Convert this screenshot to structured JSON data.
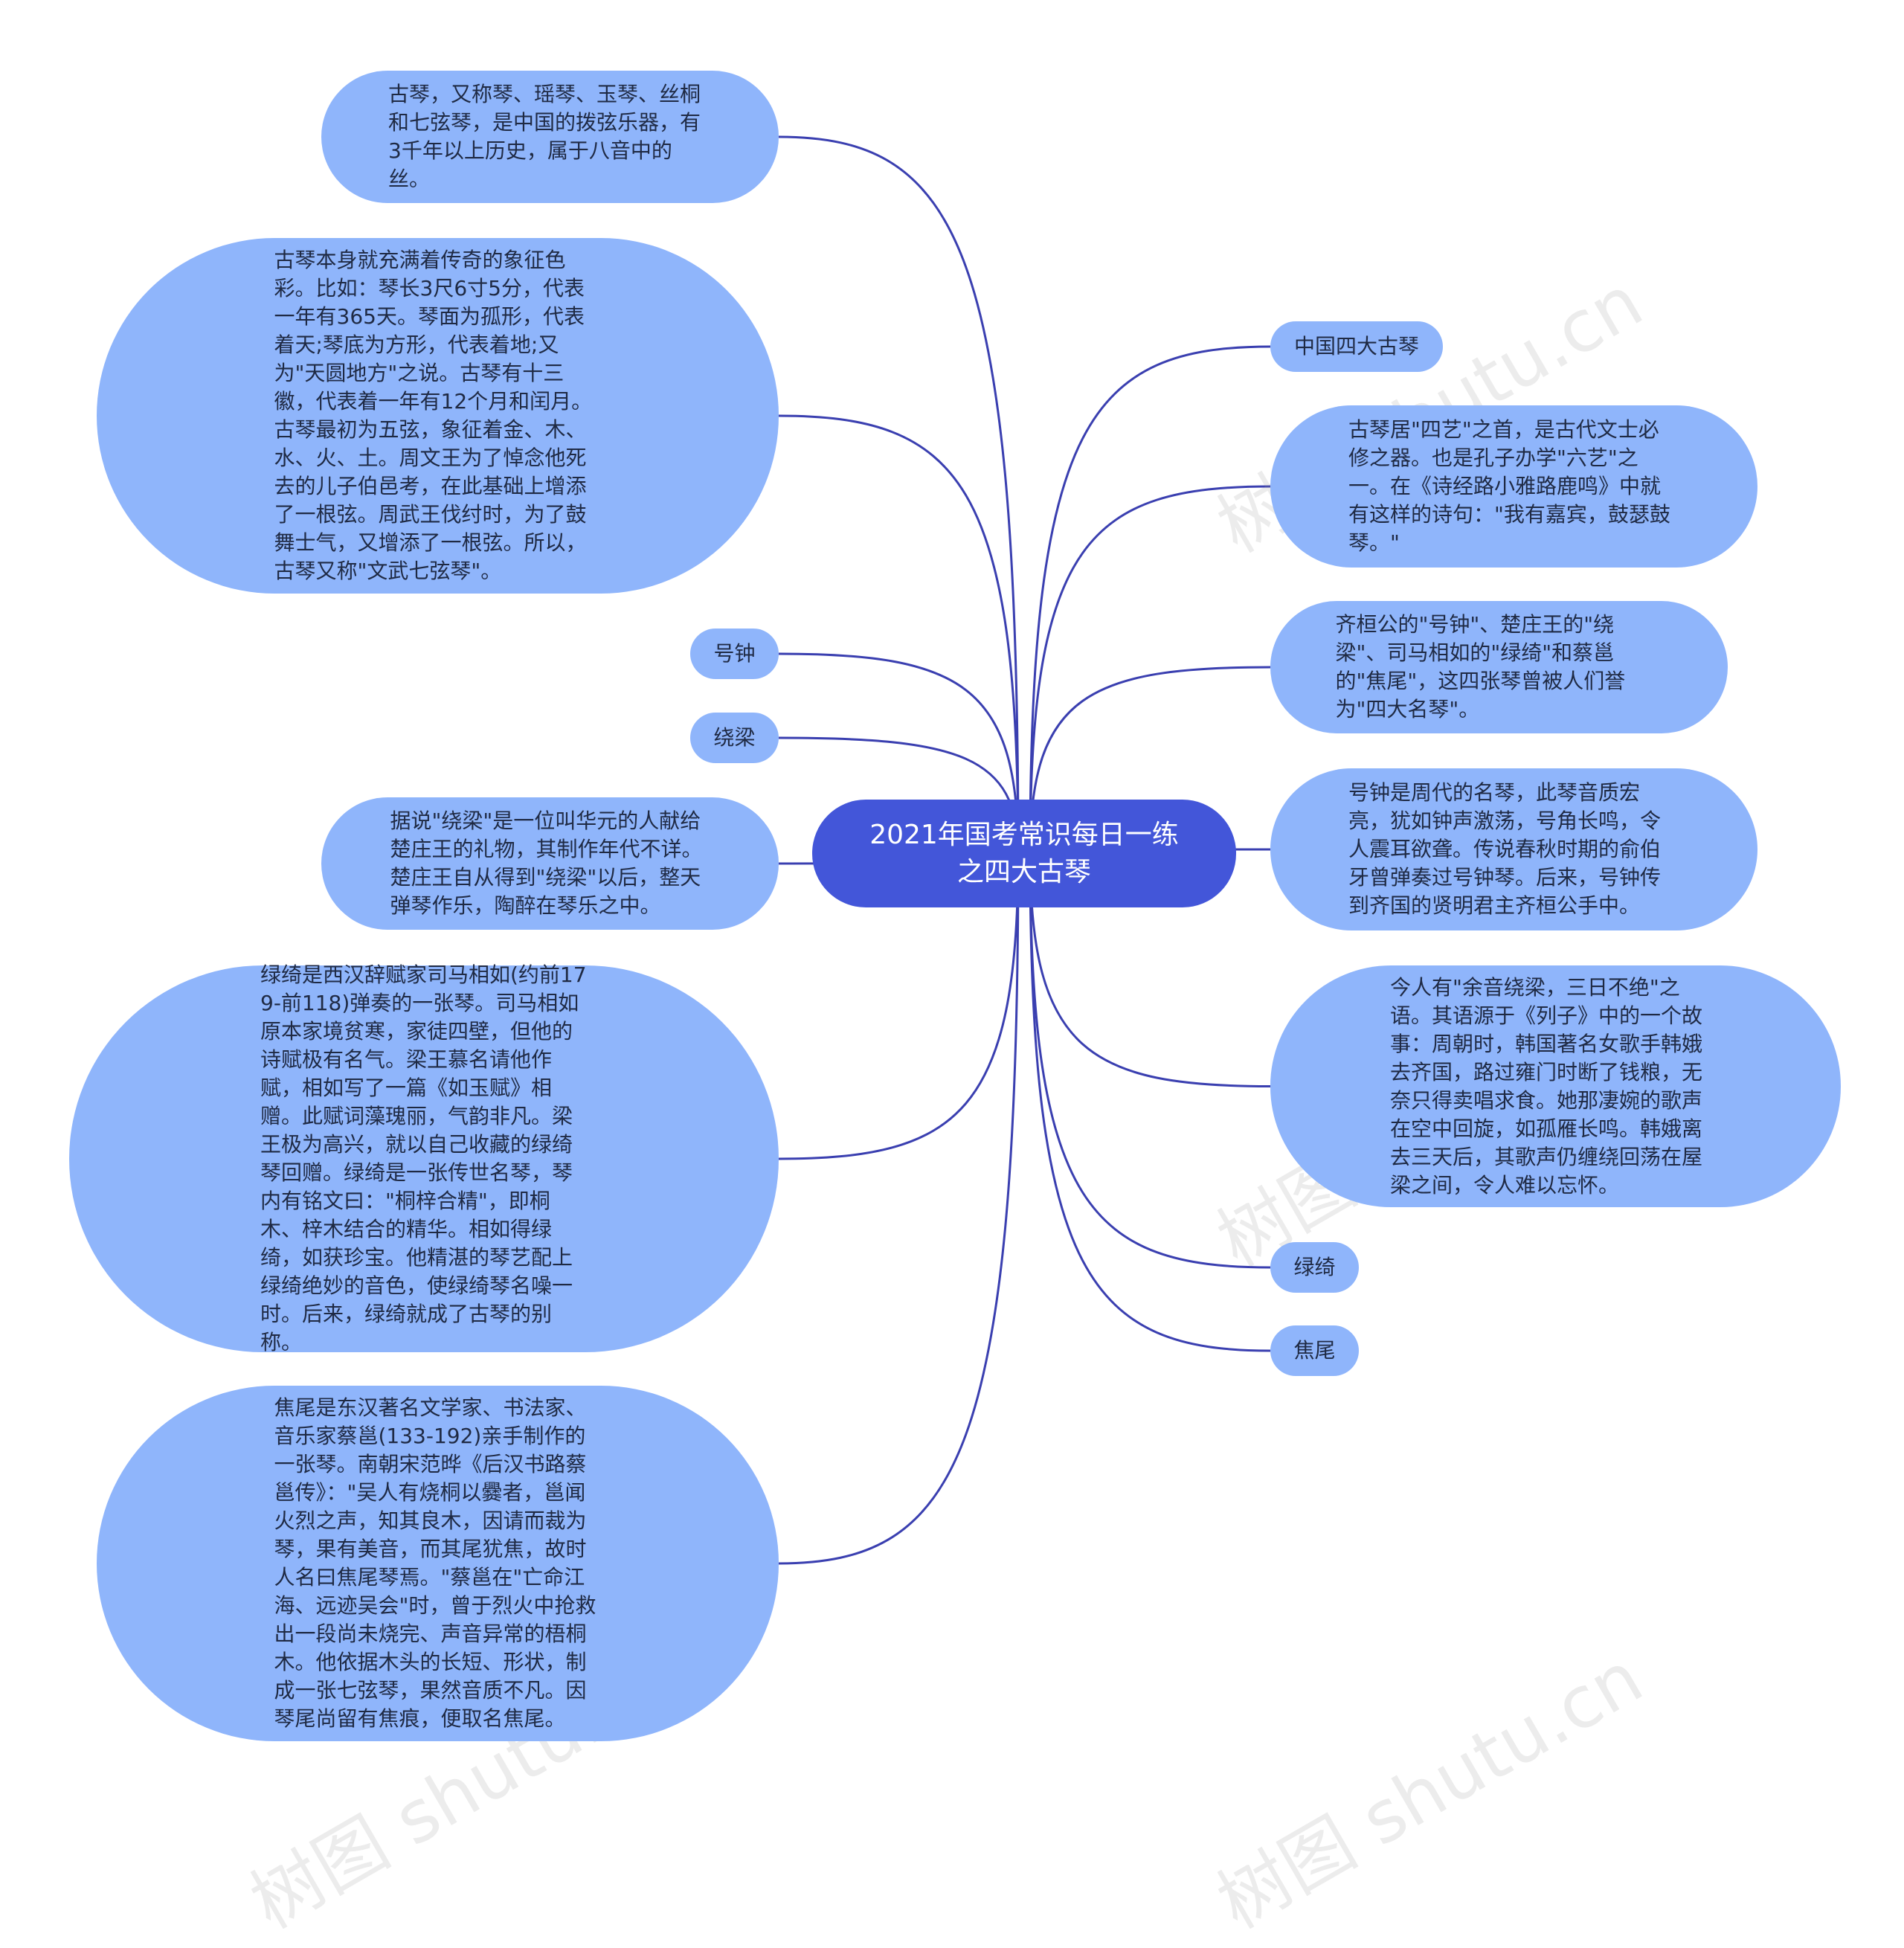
{
  "root": {
    "title": "2021年国考常识每日一练之四大古琴"
  },
  "left_nodes": [
    {
      "id": "l1",
      "text": "古琴，又称琴、瑶琴、玉琴、丝桐和七弦琴，是中国的拨弦乐器，有3千年以上历史，属于八音中的丝。"
    },
    {
      "id": "l2",
      "text": "古琴本身就充满着传奇的象征色彩。比如：琴长3尺6寸5分，代表一年有365天。琴面为孤形，代表着天;琴底为方形，代表着地;又为\"天圆地方\"之说。古琴有十三徽，代表着一年有12个月和闰月。古琴最初为五弦，象征着金、木、水、火、土。周文王为了悼念他死去的儿子伯邑考，在此基础上增添了一根弦。周武王伐纣时，为了鼓舞士气，又增添了一根弦。所以，古琴又称\"文武七弦琴\"。"
    },
    {
      "id": "l3",
      "text": "号钟"
    },
    {
      "id": "l4",
      "text": "绕梁"
    },
    {
      "id": "l5",
      "text": "据说\"绕梁\"是一位叫华元的人献给楚庄王的礼物，其制作年代不详。楚庄王自从得到\"绕梁\"以后，整天弹琴作乐，陶醉在琴乐之中。"
    },
    {
      "id": "l6",
      "text": "绿绮是西汉辞赋家司马相如(约前179-前118)弹奏的一张琴。司马相如原本家境贫寒，家徒四壁，但他的诗赋极有名气。梁王慕名请他作赋，相如写了一篇《如玉赋》相赠。此赋词藻瑰丽，气韵非凡。梁王极为高兴，就以自己收藏的绿绮琴回赠。绿绮是一张传世名琴，琴内有铭文曰：\"桐梓合精\"，即桐木、梓木结合的精华。相如得绿绮，如获珍宝。他精湛的琴艺配上绿绮绝妙的音色，使绿绮琴名噪一时。后来，绿绮就成了古琴的别称。"
    },
    {
      "id": "l7",
      "text": "焦尾是东汉著名文学家、书法家、音乐家蔡邕(133-192)亲手制作的一张琴。南朝宋范晔《后汉书路蔡邕传》：\"吴人有烧桐以爨者，邕闻火烈之声，知其良木，因请而裁为琴，果有美音，而其尾犹焦，故时人名曰焦尾琴焉。\"蔡邕在\"亡命江海、远迹吴会\"时，曾于烈火中抢救出一段尚未烧完、声音异常的梧桐木。他依据木头的长短、形状，制成一张七弦琴，果然音质不凡。因琴尾尚留有焦痕，便取名焦尾。"
    }
  ],
  "right_nodes": [
    {
      "id": "r1",
      "text": "中国四大古琴"
    },
    {
      "id": "r2",
      "text": "古琴居\"四艺\"之首，是古代文士必修之器。也是孔子办学\"六艺\"之一。在《诗经路小雅路鹿鸣》中就有这样的诗句：\"我有嘉宾，鼓瑟鼓琴。\""
    },
    {
      "id": "r3",
      "text": "齐桓公的\"号钟\"、楚庄王的\"绕梁\"、司马相如的\"绿绮\"和蔡邕的\"焦尾\"，这四张琴曾被人们誉为\"四大名琴\"。"
    },
    {
      "id": "r4",
      "text": "号钟是周代的名琴，此琴音质宏亮，犹如钟声激荡，号角长鸣，令人震耳欲聋。传说春秋时期的俞伯牙曾弹奏过号钟琴。后来，号钟传到齐国的贤明君主齐桓公手中。"
    },
    {
      "id": "r5",
      "text": "今人有\"余音绕梁，三日不绝\"之语。其语源于《列子》中的一个故事：周朝时，韩国著名女歌手韩娥去齐国，路过雍门时断了钱粮，无奈只得卖唱求食。她那凄婉的歌声在空中回旋，如孤雁长鸣。韩娥离去三天后，其歌声仍缠绕回荡在屋梁之间，令人难以忘怀。"
    },
    {
      "id": "r6",
      "text": "绿绮"
    },
    {
      "id": "r7",
      "text": "焦尾"
    }
  ],
  "watermark": "树图 shutu.cn",
  "colors": {
    "root": "#4356d9",
    "node": "#8fb5fb",
    "link": "#3a3fb0"
  }
}
